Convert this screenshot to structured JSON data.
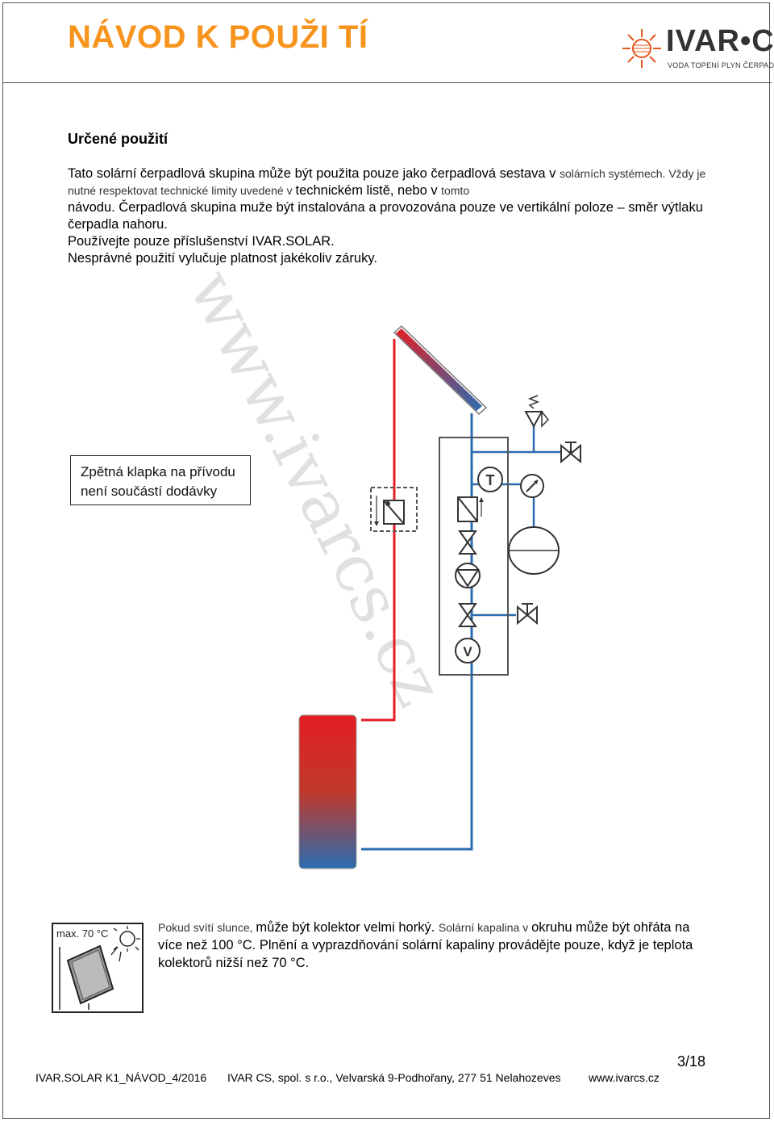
{
  "header": {
    "title": "NÁVOD K POUŽI TÍ",
    "logo_text": "IVAR•CS",
    "logo_tagline": "VODA TOPENÍ PLYN ČERPADLA"
  },
  "section": {
    "title": "Určené použití"
  },
  "intro": {
    "line1_a": "Tato solární čerpadlová skupina může být použita pouze jako čerpadlová sestava v ",
    "line1_b": "solárních systémech. Vždy je nutné respektovat technické limity uvedené v ",
    "line1_c": "technickém listě, nebo v ",
    "line1_d": "tomto",
    "line2": "návodu. Čerpadlová skupina muže být instalována a provozována pouze ve vertikální poloze – směr výtlaku čerpadla nahoru.",
    "line3": "Používejte pouze příslušenství IVAR.SOLAR.",
    "line4": "Nesprávné použití vylučuje platnost jakékoliv záruky."
  },
  "diagram": {
    "callout_line1": "Zpětná klapka na přívodu",
    "callout_line2": "není součástí dodávky",
    "thermometer_symbol": "T",
    "flow_symbol": "V",
    "colors": {
      "hot": "#e31e24",
      "cold": "#2b6cb0",
      "frame": "#555555"
    }
  },
  "watermark": "www.ivarcs.cz",
  "warning": {
    "icon_label": "max. 70 °C",
    "text_a": "Pokud svítí slunce, ",
    "text_b": "může být kolektor velmi horký. ",
    "text_c": "Solární kapalina v ",
    "text_d": "okruhu může být ohřáta na více než 100 °C. Plnění a vyprazdňování solární kapaliny provádějte pouze",
    "text_e": ", když je teplota kolektorů nižší než 70 °C."
  },
  "page": "3/18",
  "footer": {
    "doc_id": "IVAR.SOLAR K1_NÁVOD_4/2016",
    "company": "IVAR CS, spol. s r.o., Velvarská 9-Podhořany, 277 51 Nelahozeves",
    "website": "www.ivarcs.cz"
  }
}
